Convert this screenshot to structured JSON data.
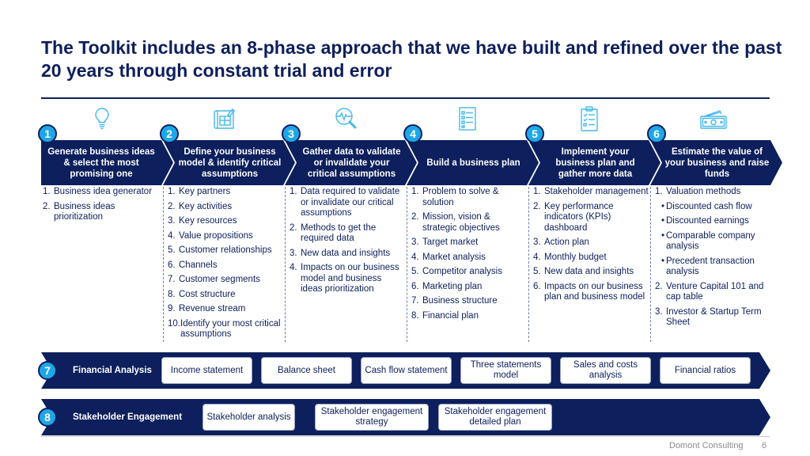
{
  "title": "The Toolkit includes an 8-phase approach that we have built and refined over the past 20 years through constant trial and error",
  "colors": {
    "navy": "#0d1f5c",
    "accent": "#1ea7e8",
    "icon": "#45b8ec"
  },
  "phases": [
    {
      "number": "1",
      "icon": "lightbulb-icon",
      "label": "Generate business ideas & select the most promising one",
      "items": [
        {
          "n": "1.",
          "text": "Business idea generator"
        },
        {
          "n": "2.",
          "text": "Business ideas prioritization"
        }
      ]
    },
    {
      "number": "2",
      "icon": "blueprint-icon",
      "label": "Define your business model & identify critical assumptions",
      "items": [
        {
          "n": "1.",
          "text": "Key partners"
        },
        {
          "n": "2.",
          "text": "Key activities"
        },
        {
          "n": "3.",
          "text": "Key resources"
        },
        {
          "n": "4.",
          "text": "Value propositions"
        },
        {
          "n": "5.",
          "text": "Customer relationships"
        },
        {
          "n": "6.",
          "text": "Channels"
        },
        {
          "n": "7.",
          "text": "Customer segments"
        },
        {
          "n": "8.",
          "text": "Cost structure"
        },
        {
          "n": "9.",
          "text": "Revenue stream"
        },
        {
          "n": "10.",
          "text": "Identify your most critical assumptions"
        }
      ]
    },
    {
      "number": "3",
      "icon": "magnifier-pulse-icon",
      "label": "Gather data to validate or invalidate your critical assumptions",
      "items": [
        {
          "n": "1.",
          "text": "Data required to validate or invalidate our critical assumptions"
        },
        {
          "n": "2.",
          "text": "Methods to get the required data"
        },
        {
          "n": "3.",
          "text": "New data and insights"
        },
        {
          "n": "4.",
          "text": "Impacts on our business model and business ideas prioritization"
        }
      ]
    },
    {
      "number": "4",
      "icon": "document-list-icon",
      "label": "Build a business plan",
      "items": [
        {
          "n": "1.",
          "text": "Problem to solve & solution"
        },
        {
          "n": "2.",
          "text": "Mission, vision & strategic objectives"
        },
        {
          "n": "3.",
          "text": "Target market"
        },
        {
          "n": "4.",
          "text": "Market analysis"
        },
        {
          "n": "5.",
          "text": "Competitor analysis"
        },
        {
          "n": "6.",
          "text": "Marketing plan"
        },
        {
          "n": "7.",
          "text": "Business structure"
        },
        {
          "n": "8.",
          "text": "Financial plan"
        }
      ]
    },
    {
      "number": "5",
      "icon": "clipboard-checklist-icon",
      "label": "Implement your business plan and gather more data",
      "items": [
        {
          "n": "1.",
          "text": "Stakeholder management"
        },
        {
          "n": "2.",
          "text": "Key performance indicators (KPIs) dashboard"
        },
        {
          "n": "3.",
          "text": "Action plan"
        },
        {
          "n": "4.",
          "text": "Monthly budget"
        },
        {
          "n": "5.",
          "text": "New data and insights"
        },
        {
          "n": "6.",
          "text": "Impacts on our business plan and business model"
        }
      ]
    },
    {
      "number": "6",
      "icon": "money-icon",
      "label": "Estimate the value of your business and raise funds",
      "items": [
        {
          "n": "1.",
          "text": "Valuation methods"
        },
        {
          "n": "•",
          "text": "Discounted cash flow",
          "sub": true
        },
        {
          "n": "•",
          "text": "Discounted earnings",
          "sub": true
        },
        {
          "n": "•",
          "text": "Comparable company analysis",
          "sub": true
        },
        {
          "n": "•",
          "text": "Precedent transaction analysis",
          "sub": true
        },
        {
          "n": "2.",
          "text": "Venture Capital 101 and cap table"
        },
        {
          "n": "3.",
          "text": "Investor & Startup Term Sheet"
        }
      ]
    }
  ],
  "bands": [
    {
      "number": "7",
      "label": "Financial Analysis",
      "items": [
        "Income statement",
        "Balance sheet",
        "Cash flow statement",
        "Three statements model",
        "Sales and costs analysis",
        "Financial ratios"
      ]
    },
    {
      "number": "8",
      "label": "Stakeholder Engagement",
      "items": [
        "Stakeholder analysis",
        "Stakeholder engagement strategy",
        "Stakeholder engagement detailed plan"
      ]
    }
  ],
  "footer": {
    "company": "Domont Consulting",
    "page": "6"
  }
}
